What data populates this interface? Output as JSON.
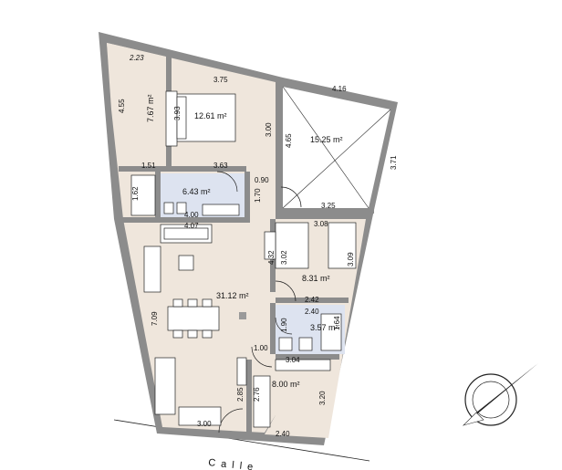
{
  "colors": {
    "floor": "#efe6dc",
    "bath": "#dde3f0",
    "wall": "#8c8c8c",
    "terrace": "#ffffff",
    "ink": "#111111"
  },
  "rooms": {
    "bedroom1_area": "12.61 m²",
    "balcony_area": "7.67 m²",
    "terrace_area": "15.25 m²",
    "bath1_area": "6.43 m²",
    "bedroom2_area": "8.31 m²",
    "living_area": "31.12 m²",
    "bath2_area": "3.57 m²",
    "bedroom3_area": "8.00 m²"
  },
  "dimensions": {
    "d_2_23": "2.23",
    "d_3_75": "3.75",
    "d_4_16": "4.16",
    "d_4_55": "4.55",
    "d_3_93": "3.93",
    "d_3_00": "3.00",
    "d_4_65": "4.65",
    "d_3_71": "3.71",
    "d_1_51": "1.51",
    "d_3_63": "3.63",
    "d_0_90": "0.90",
    "d_1_62": "1.62",
    "d_1_70": "1.70",
    "d_4_00": "4.00",
    "d_3_25": "3.25",
    "d_4_07": "4.07",
    "d_3_08": "3.08",
    "d_4_32": "4.32",
    "d_3_02": "3.02",
    "d_3_09": "3.09",
    "d_2_42": "2.42",
    "d_2_40a": "2.40",
    "d_7_09": "7.09",
    "d_1_90": "1.90",
    "d_1_64": "1.64",
    "d_1_00": "1.00",
    "d_3_04": "3.04",
    "d_2_76": "2.76",
    "d_2_85": "2.85",
    "d_3_20": "3.20",
    "d_3_00b": "3.00",
    "d_2_40b": "2.40"
  },
  "street": {
    "name": "Calle"
  },
  "compass": {
    "icon": "north-arrow-icon"
  }
}
